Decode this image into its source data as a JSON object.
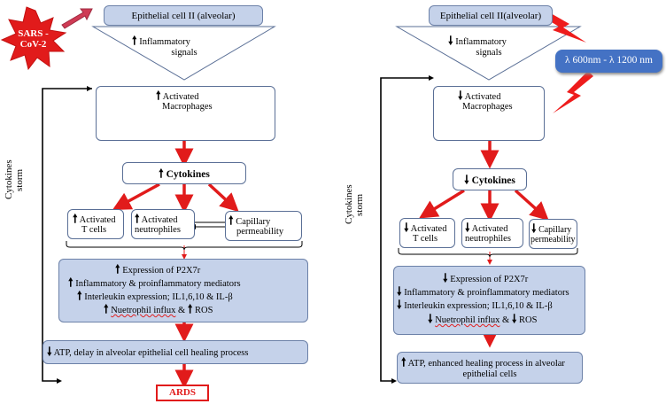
{
  "left": {
    "virus": [
      "SARS -",
      "CoV-2"
    ],
    "epithelial": "Epithelial cell II (alveolar)",
    "signals": [
      "Inflammatory",
      "signals"
    ],
    "macrophages": [
      "Activated",
      "Macrophages"
    ],
    "cytokines": "Cytokines",
    "tcells": [
      "Activated",
      "T cells"
    ],
    "neutrophils": [
      "Activated",
      "neutrophiles"
    ],
    "capillary": [
      "Capillary",
      "permeability"
    ],
    "expr1": "Expression of P2X7r",
    "expr2": "Inflammatory & proinflammatory mediators",
    "expr3": "Interleukin expression; IL1,6,10 & IL-β",
    "expr4a": "Nuetrophil influx",
    "expr4b": "ROS",
    "atp": "ATP,  delay in alveolar epithelial cell healing process",
    "ards": "ARDS",
    "storm": [
      "Cytokines",
      "storm"
    ]
  },
  "right": {
    "epithelial": "Epithelial cell II(alveolar)",
    "signals": [
      "Inflammatory",
      "signals"
    ],
    "lambda": "λ 600nm - λ 1200 nm",
    "macrophages": [
      "Activated",
      "Macrophages"
    ],
    "cytokines": "Cytokines",
    "tcells": [
      "Activated",
      "T cells"
    ],
    "neutrophils": [
      "Activated",
      "neutrophiles"
    ],
    "capillary": [
      "Capillary",
      "permeability"
    ],
    "expr1": "Expression of P2X7r",
    "expr2": "Inflammatory & proinflammatory mediators",
    "expr3": "Interleukin expression; IL1,6,10 & IL-β",
    "expr4a": "Nuetrophil influx",
    "expr4b": "ROS",
    "atp1": "ATP, enhanced healing process in alveolar",
    "atp2": "epithelial cells",
    "storm": [
      "Cytokines",
      "storm"
    ]
  },
  "symbols": {
    "up": "🠕",
    "down": "🠗",
    "amp": "&"
  },
  "colors": {
    "red": "#e11b1b",
    "boxblue": "#c5d2ea",
    "lambda": "#4472c4",
    "cell": "#7a2bb5"
  }
}
